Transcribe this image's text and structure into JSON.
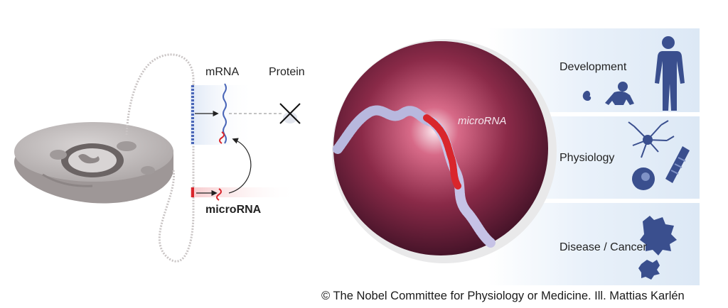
{
  "labels": {
    "mrna": "mRNA",
    "protein": "Protein",
    "microrna_left": "microRNA",
    "microrna_center": "microRNA"
  },
  "panels": [
    {
      "label": "Development"
    },
    {
      "label": "Physiology"
    },
    {
      "label": "Disease / Cancer"
    }
  ],
  "credit": "© The Nobel Committee for Physiology or Medicine. Ill. Mattias Karlén",
  "colors": {
    "panel_bg": "#e4eef8",
    "icon_blue": "#3a4f8e",
    "circle_dark": "#4a1628",
    "circle_glow": "#d8a6b6",
    "mrna_blue": "#4a66b8",
    "microrna_red": "#d9262c"
  }
}
